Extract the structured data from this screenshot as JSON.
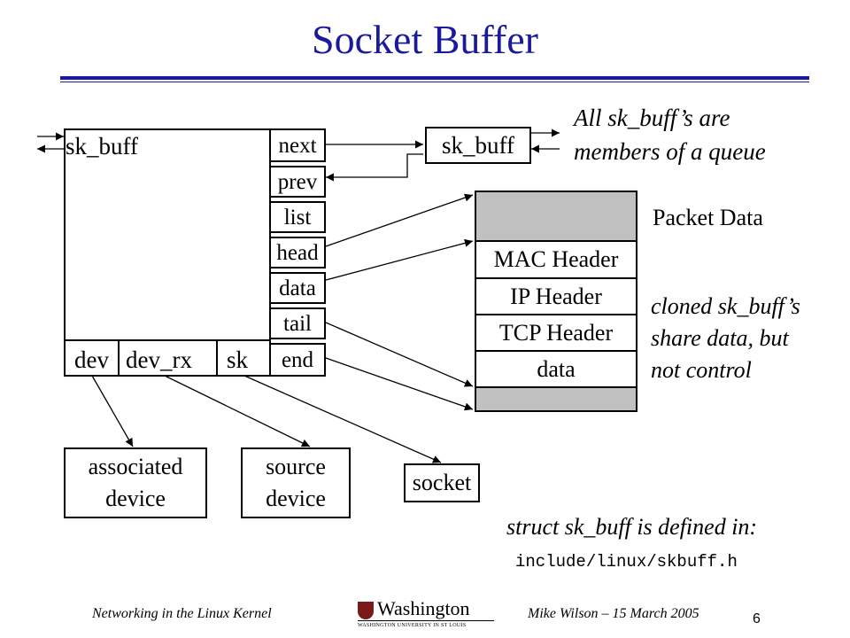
{
  "title": "Socket Buffer",
  "sk_buff_main": {
    "label": "sk_buff",
    "fields": [
      "next",
      "prev",
      "list",
      "head",
      "data",
      "tail",
      "end"
    ],
    "bottom_fields": [
      "dev",
      "dev_rx",
      "sk"
    ]
  },
  "sk_buff_next": {
    "label": "sk_buff"
  },
  "queue_note": [
    "All sk_buff’s are",
    "members of a queue"
  ],
  "packet": {
    "label": "Packet Data",
    "segments": [
      "MAC Header",
      "IP Header",
      "TCP Header",
      "data"
    ]
  },
  "clone_note": [
    "cloned sk_buff’s",
    "share data, but",
    "not control"
  ],
  "targets": {
    "associated": [
      "associated",
      "device"
    ],
    "source": [
      "source",
      "device"
    ],
    "socket": "socket"
  },
  "struct_note": "struct sk_buff is defined in:",
  "header_path": "include/linux/skbuff.h",
  "footer": {
    "left": "Networking in the Linux Kernel",
    "right": "Mike Wilson – 15 March 2005",
    "page": "6",
    "logo_name": "Washington",
    "logo_sub": "WASHINGTON UNIVERSITY IN ST LOUIS"
  }
}
